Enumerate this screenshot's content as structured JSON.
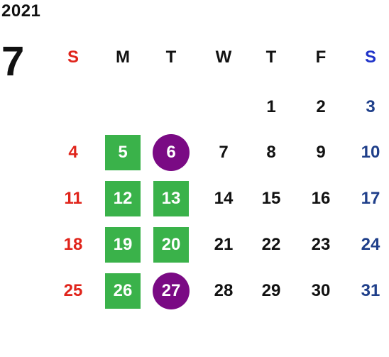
{
  "year": "2021",
  "month": "7",
  "weekdays": [
    {
      "label": "S",
      "kind": "sun"
    },
    {
      "label": "M",
      "kind": ""
    },
    {
      "label": "T",
      "kind": ""
    },
    {
      "label": "W",
      "kind": ""
    },
    {
      "label": "T",
      "kind": ""
    },
    {
      "label": "F",
      "kind": ""
    },
    {
      "label": "S",
      "kind": "sat"
    }
  ],
  "weeks": [
    [
      null,
      null,
      null,
      null,
      {
        "n": "1"
      },
      {
        "n": "2"
      },
      {
        "n": "3"
      }
    ],
    [
      {
        "n": "4"
      },
      {
        "n": "5",
        "mark": "green"
      },
      {
        "n": "6",
        "mark": "purple"
      },
      {
        "n": "7"
      },
      {
        "n": "8"
      },
      {
        "n": "9"
      },
      {
        "n": "10"
      }
    ],
    [
      {
        "n": "11"
      },
      {
        "n": "12",
        "mark": "green"
      },
      {
        "n": "13",
        "mark": "green"
      },
      {
        "n": "14"
      },
      {
        "n": "15"
      },
      {
        "n": "16"
      },
      {
        "n": "17"
      }
    ],
    [
      {
        "n": "18"
      },
      {
        "n": "19",
        "mark": "green"
      },
      {
        "n": "20",
        "mark": "green"
      },
      {
        "n": "21"
      },
      {
        "n": "22"
      },
      {
        "n": "23"
      },
      {
        "n": "24"
      }
    ],
    [
      {
        "n": "25"
      },
      {
        "n": "26",
        "mark": "green"
      },
      {
        "n": "27",
        "mark": "purple"
      },
      {
        "n": "28"
      },
      {
        "n": "29"
      },
      {
        "n": "30"
      },
      {
        "n": "31"
      }
    ]
  ],
  "colors": {
    "sunday": "#e0241b",
    "saturday_header": "#1f33c9",
    "saturday": "#1f3f8a",
    "green_mark": "#3ab24a",
    "purple_mark": "#7a0a84"
  }
}
